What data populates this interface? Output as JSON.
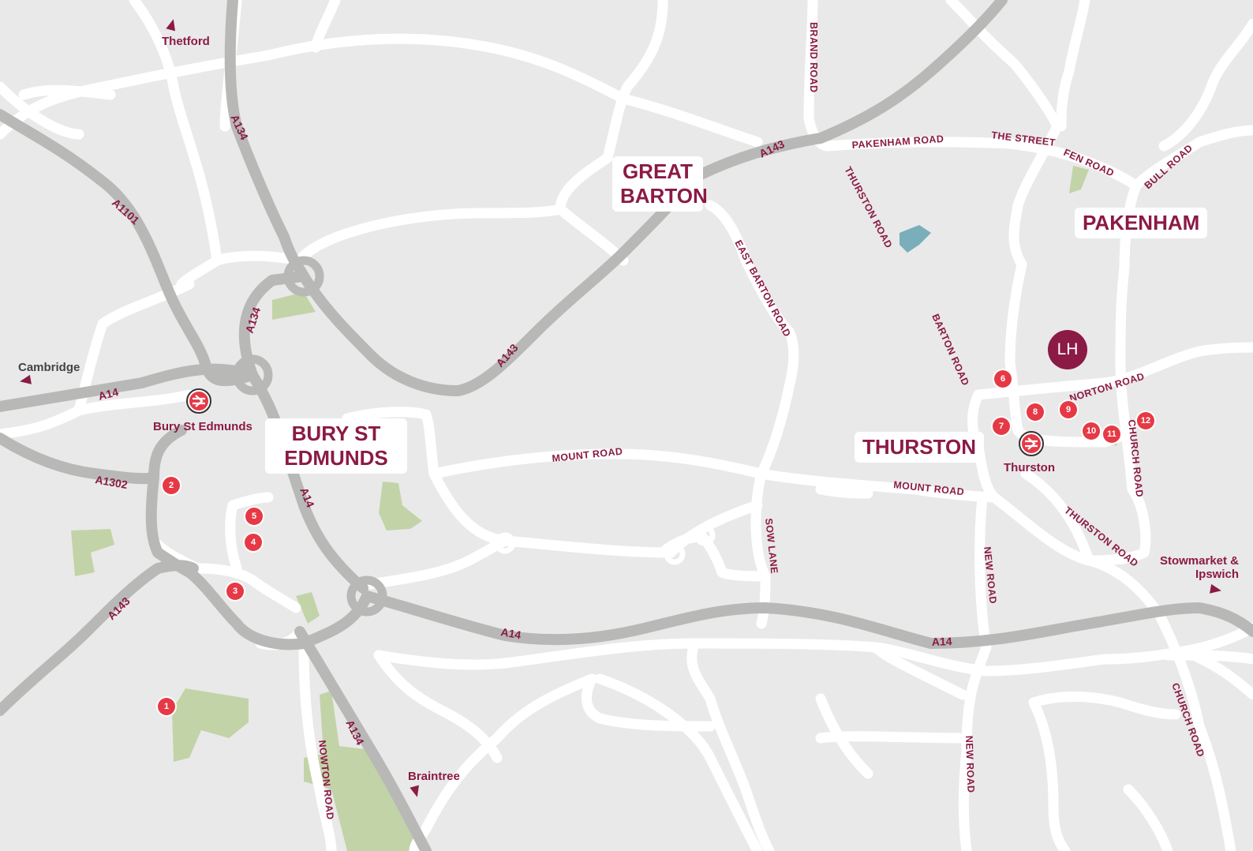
{
  "colors": {
    "background": "#e9e9e9",
    "minor_road": "#ffffff",
    "major_road": "#b8b9b7",
    "park": "#c3d3a8",
    "water": "#79aeba",
    "label": "#8b1a45",
    "poi_marker": "#e63946",
    "lh_marker": "#8b1a45"
  },
  "towns": {
    "great_barton": "GREAT BARTON",
    "bury": "BURY ST EDMUNDS",
    "pakenham": "PAKENHAM",
    "thurston": "THURSTON"
  },
  "major_roads": {
    "a134_north": "A134",
    "a134_mid": "A134",
    "a134_south": "A134",
    "a1101": "A1101",
    "a14_west": "A14",
    "a14_bury": "A14",
    "a14_mid": "A14",
    "a14_east": "A14",
    "a143_ne": "A143",
    "a143_mid": "A143",
    "a143_sw": "A143",
    "a1302": "A1302"
  },
  "roads": {
    "brand_road": "BRAND ROAD",
    "pakenham_road": "PAKENHAM ROAD",
    "the_street": "THE STREET",
    "fen_road": "FEN ROAD",
    "bull_road": "BULL ROAD",
    "thurston_road_north": "THURSTON ROAD",
    "east_barton_road": "EAST BARTON ROAD",
    "barton_road": "BARTON ROAD",
    "norton_road": "NORTON ROAD",
    "church_road_north": "CHURCH ROAD",
    "mount_road_west": "MOUNT ROAD",
    "mount_road_east": "MOUNT ROAD",
    "thurston_road_south": "THURSTON ROAD",
    "sow_lane": "SOW LANE",
    "new_road_north": "NEW ROAD",
    "new_road_south": "NEW ROAD",
    "church_road_south": "CHURCH ROAD",
    "nowton_road": "NOWTON ROAD"
  },
  "directions": {
    "thetford": "Thetford",
    "cambridge": "Cambridge",
    "stowmarket": "Stowmarket & Ipswich",
    "braintree": "Braintree"
  },
  "stations": {
    "bury": "Bury St Edmunds",
    "thurston": "Thurston"
  },
  "lh_marker": "LH",
  "pois": [
    "1",
    "2",
    "3",
    "4",
    "5",
    "6",
    "7",
    "8",
    "9",
    "10",
    "11",
    "12"
  ]
}
